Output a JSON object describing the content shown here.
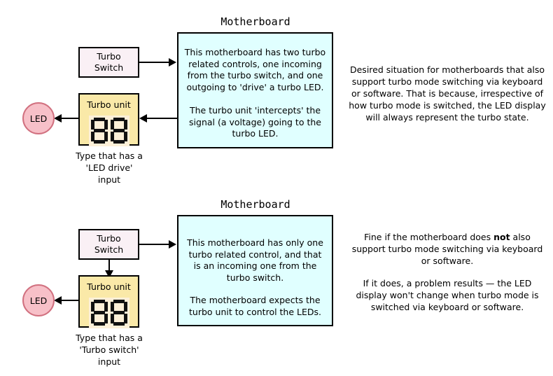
{
  "diagram": {
    "title_top": "Motherboard",
    "title_bottom": "Motherboard",
    "sections": [
      {
        "id": "top",
        "motherboard_title": "Motherboard",
        "motherboard_paragraph_1": "This motherboard has two turbo related controls, one incoming from the turbo switch, and one outgoing to 'drive' a turbo LED.",
        "motherboard_paragraph_2": "The turbo unit 'intercepts' the signal (a voltage) going to the turbo LED.",
        "switch_label_line1": "Turbo",
        "switch_label_line2": "Switch",
        "unit_title": "Turbo unit",
        "unit_digits": "88",
        "led_label": "LED",
        "caption_line1": "Type that has a",
        "caption_line2": "'LED drive'",
        "caption_line3": "input",
        "note_paragraph_1": "Desired situation for motherboards that also support turbo mode switching via keyboard or software. That is because, irrespective of how turbo mode is switched, the LED display will always represent the turbo state."
      },
      {
        "id": "bottom",
        "motherboard_title": "Motherboard",
        "motherboard_paragraph_1": "This motherboard has only one turbo related control, and that is an incoming one from the turbo switch.",
        "motherboard_paragraph_2": "The motherboard expects the turbo unit to control the LEDs.",
        "switch_label_line1": "Turbo",
        "switch_label_line2": "Switch",
        "unit_title": "Turbo unit",
        "unit_digits": "88",
        "led_label": "LED",
        "caption_line1": "Type that has a",
        "caption_line2": "'Turbo switch'",
        "caption_line3": "input",
        "note_paragraph_1_a": "Fine if the motherboard does ",
        "note_paragraph_1_bold": "not",
        "note_paragraph_1_b": " also support turbo mode switching via keyboard or software.",
        "note_paragraph_2": "If it does, a problem results — the LED display won't change when turbo mode is switched via keyboard or software."
      }
    ],
    "colors": {
      "motherboard_fill": "#e0ffff",
      "motherboard_border": "#000000",
      "switch_fill": "#faf0f5",
      "turbo_unit_fill": "#fae9a8",
      "seven_segment_bg": "#fdf0d8",
      "seven_segment_on": "#111111",
      "led_fill": "#f7c0c8",
      "led_border": "#d1707f",
      "page_background": "#ffffff",
      "text": "#000000"
    }
  }
}
